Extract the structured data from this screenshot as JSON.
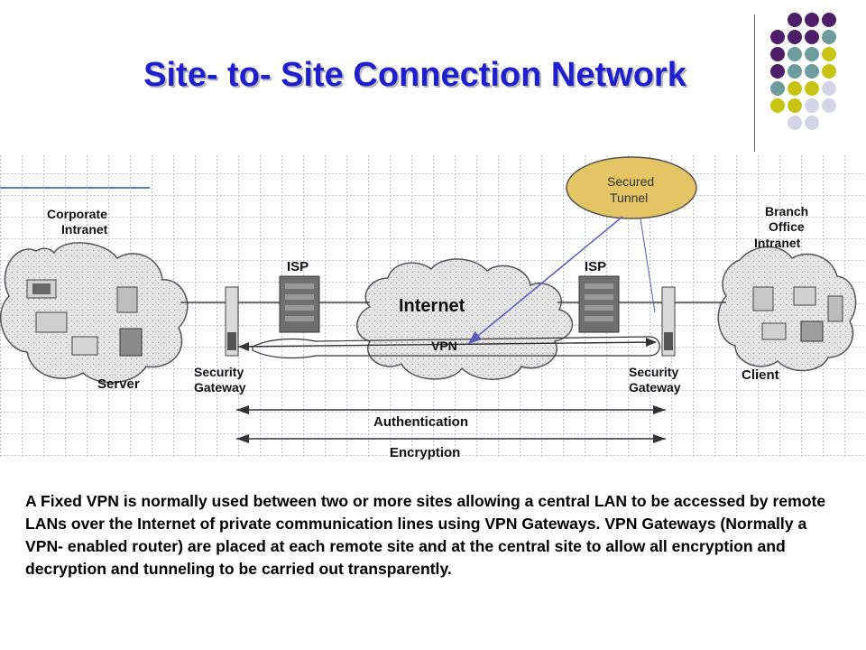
{
  "title": "Site- to- Site Connection Network",
  "decor": {
    "dot_colors": {
      "purple": "#4c1f68",
      "teal": "#6e9c9c",
      "olive": "#c8c414",
      "lavender": "#d4d4e6"
    },
    "dot_rows": [
      [
        "",
        "purple",
        "purple",
        "purple"
      ],
      [
        "purple",
        "purple",
        "purple",
        "teal"
      ],
      [
        "purple",
        "teal",
        "teal",
        "olive"
      ],
      [
        "purple",
        "teal",
        "teal",
        "olive"
      ],
      [
        "teal",
        "olive",
        "olive",
        "lavender"
      ],
      [
        "olive",
        "olive",
        "lavender",
        "lavender"
      ],
      [
        "",
        "lavender",
        "lavender",
        ""
      ]
    ]
  },
  "diagram": {
    "corporate_intranet": [
      "Corporate",
      "Intranet"
    ],
    "branch_intranet": [
      "Branch",
      "Office",
      "Intranet"
    ],
    "secured_tunnel": [
      "Secured",
      "Tunnel"
    ],
    "isp_left": "ISP",
    "isp_right": "ISP",
    "internet": "Internet",
    "vpn": "VPN",
    "security_gateway_left": [
      "Security",
      "Gateway"
    ],
    "security_gateway_right": [
      "Security",
      "Gateway"
    ],
    "server": "Server",
    "client": "Client",
    "authentication": "Authentication",
    "encryption": "Encryption"
  },
  "caption": "A Fixed VPN is normally used between two or more sites allowing a central LAN to be accessed by remote LANs over the Internet of private communication lines using VPN Gateways. VPN Gateways (Normally a VPN- enabled router) are placed at each remote site and at the central site to allow all encryption and decryption and tunneling to be carried out transparently."
}
